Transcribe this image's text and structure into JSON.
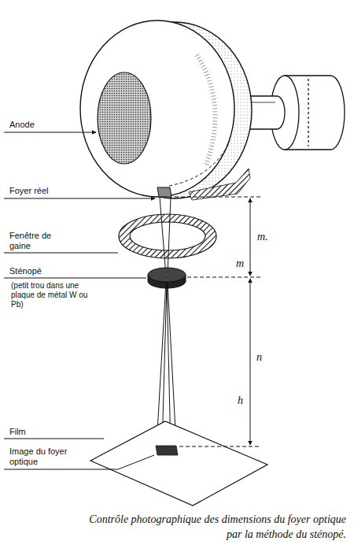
{
  "diagram": {
    "caption": "Contrôle photographique des dimensions du foyer optique par la méthode du sténopé.",
    "labels": [
      "Anode",
      "Foyer réel",
      "Fenêtre de gaine",
      "Sténopé",
      "(petit trou dans une plaque de métal W ou Pb)",
      "m.",
      "m",
      "n",
      "h",
      "Film",
      "Image du foyer optique"
    ]
  }
}
